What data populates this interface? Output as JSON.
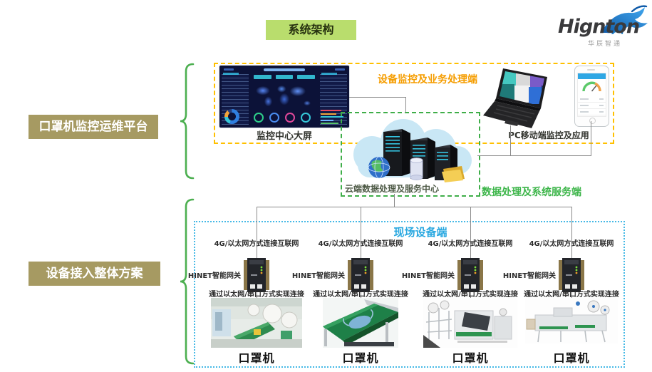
{
  "header": {
    "title": "系统架构",
    "logo": {
      "name": "Hignton",
      "subtitle": "华辰智通",
      "icon": "antelope-icon"
    }
  },
  "side_labels": {
    "platform": "口罩机监控运维平台",
    "solution": "设备接入整体方案"
  },
  "monitor_zone": {
    "label": "设备监控及业务处理端",
    "dashboard_caption": "监控中心大屏",
    "pc_mobile_caption": "PC移动端监控及应用"
  },
  "cloud_zone": {
    "caption": "云端数据处理及服务中心",
    "label": "数据处理及系统服务端"
  },
  "field_zone": {
    "label": "现场设备端",
    "columns": [
      {
        "net": "4G/以太网方式连接互联网",
        "gateway": "HINET智能网关",
        "conn": "通过以太网/串口方式实现连接",
        "machine": "口罩机"
      },
      {
        "net": "4G/以太网方式连接互联网",
        "gateway": "HINET智能网关",
        "conn": "通过以太网/串口方式实现连接",
        "machine": "口罩机"
      },
      {
        "net": "4G/以太网方式连接互联网",
        "gateway": "HINET智能网关",
        "conn": "通过以太网/串口方式实现连接",
        "machine": "口罩机"
      },
      {
        "net": "4G/以太网方式连接互联网",
        "gateway": "HINET智能网关",
        "conn": "通过以太网/串口方式实现连接",
        "machine": "口罩机"
      }
    ]
  },
  "colors": {
    "title_bg": "#b9dd6d",
    "side_bg": "#a69a62",
    "monitor_border": "#ffc000",
    "monitor_label": "#f59d00",
    "cloud_border": "#3fae49",
    "cloud_label_green": "#3cb549",
    "field_border": "#45b9e6",
    "field_label": "#29a8e0",
    "logo_blue": "#2b87c8",
    "dashboard_bg": "#0c1238",
    "gauge_colors": [
      "#2ecf8a",
      "#4a8cf0",
      "#e0489a",
      "#35c7d8"
    ]
  }
}
